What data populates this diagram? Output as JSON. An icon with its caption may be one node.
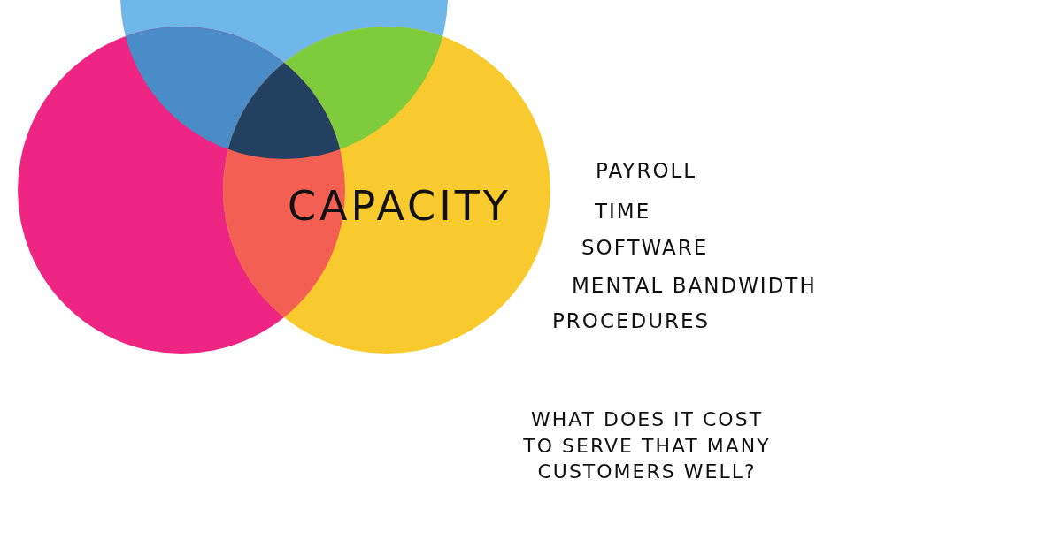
{
  "diagram": {
    "labels": [
      "CAPACITY",
      "PAYROLL",
      "TIME",
      "SOFTWARE",
      "MENTAL BANDWIDTH",
      "PROCEDURES",
      "WHAT DOES IT COST TO SERVE THAT MANY CUSTOMERS WELL?"
    ]
  }
}
